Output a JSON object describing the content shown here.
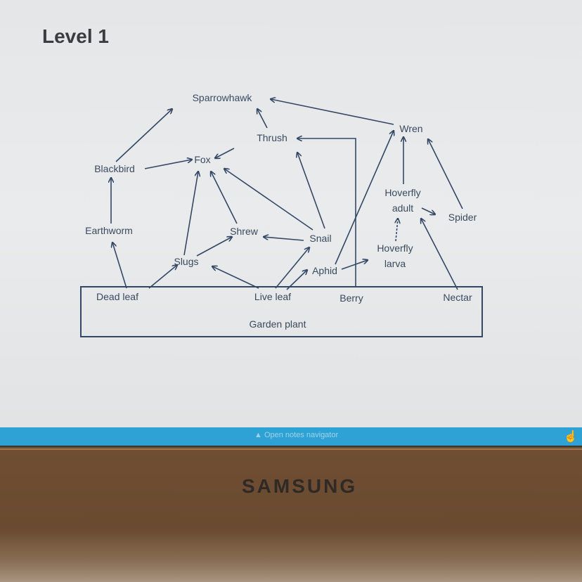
{
  "page": {
    "title": "Level 1"
  },
  "diagram": {
    "type": "food web",
    "container_label": "Garden plant",
    "nodes": {
      "sparrowhawk": "Sparrowhawk",
      "thrush": "Thrush",
      "wren": "Wren",
      "fox": "Fox",
      "blackbird": "Blackbird",
      "hoverfly_adult_1": "Hoverfly",
      "hoverfly_adult_2": "adult",
      "spider": "Spider",
      "earthworm": "Earthworm",
      "shrew": "Shrew",
      "snail": "Snail",
      "hoverfly_larva_1": "Hoverfly",
      "hoverfly_larva_2": "larva",
      "slugs": "Slugs",
      "aphid": "Aphid",
      "dead_leaf": "Dead leaf",
      "live_leaf": "Live leaf",
      "berry": "Berry",
      "nectar": "Nectar"
    },
    "edges": [
      {
        "from": "Blackbird",
        "to": "Sparrowhawk"
      },
      {
        "from": "Thrush",
        "to": "Sparrowhawk"
      },
      {
        "from": "Wren",
        "to": "Sparrowhawk"
      },
      {
        "from": "Berry",
        "to": "Thrush"
      },
      {
        "from": "Thrush",
        "to": "Fox"
      },
      {
        "from": "Blackbird",
        "to": "Fox"
      },
      {
        "from": "Slugs",
        "to": "Fox"
      },
      {
        "from": "Shrew",
        "to": "Fox"
      },
      {
        "from": "Snail",
        "to": "Fox"
      },
      {
        "from": "Snail",
        "to": "Thrush"
      },
      {
        "from": "Snail",
        "to": "Shrew"
      },
      {
        "from": "Slugs",
        "to": "Shrew"
      },
      {
        "from": "Live leaf",
        "to": "Slugs"
      },
      {
        "from": "Live leaf",
        "to": "Snail"
      },
      {
        "from": "Live leaf",
        "to": "Aphid"
      },
      {
        "from": "Dead leaf",
        "to": "Slugs"
      },
      {
        "from": "Dead leaf",
        "to": "Earthworm"
      },
      {
        "from": "Earthworm",
        "to": "Blackbird"
      },
      {
        "from": "Aphid",
        "to": "Wren"
      },
      {
        "from": "Aphid",
        "to": "Hoverfly larva"
      },
      {
        "from": "Hoverfly larva",
        "to": "Hoverfly adult",
        "style": "dashed"
      },
      {
        "from": "Hoverfly adult",
        "to": "Wren"
      },
      {
        "from": "Spider",
        "to": "Wren"
      },
      {
        "from": "Hoverfly adult",
        "to": "Spider"
      },
      {
        "from": "Nectar",
        "to": "Hoverfly adult"
      }
    ]
  },
  "navbar": {
    "label": "Open notes navigator",
    "icon": "triangle-up-icon"
  },
  "bezel": {
    "brand": "SAMSUNG"
  },
  "colors": {
    "navbar": "#2ea2d5",
    "diagram_ink": "#344866",
    "bezel": "#6a4a30"
  }
}
